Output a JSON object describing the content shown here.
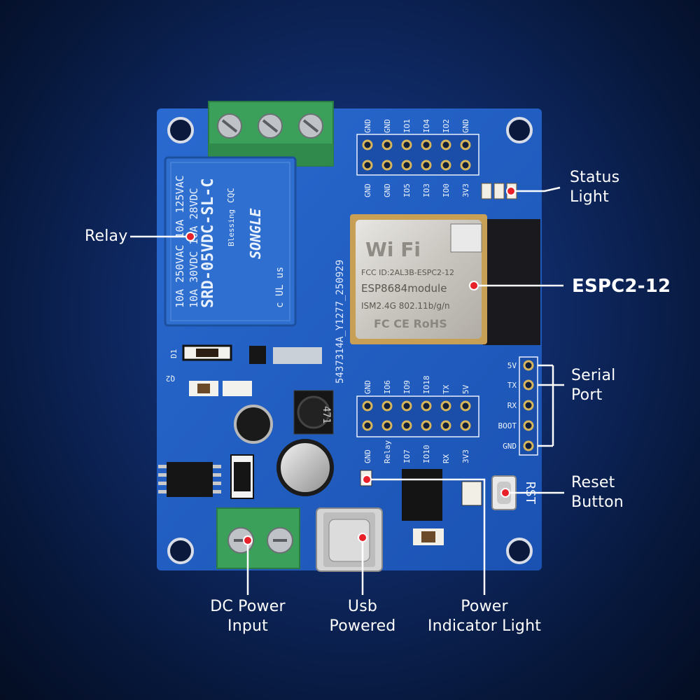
{
  "callouts": {
    "relay": "Relay",
    "status_light": [
      "Status",
      "Light"
    ],
    "espc": "ESPC2-12",
    "serial_port": [
      "Serial",
      "Port"
    ],
    "reset_button": [
      "Reset",
      "Button"
    ],
    "dc_power": [
      "DC Power",
      "Input"
    ],
    "usb_powered": [
      "Usb",
      "Powered"
    ],
    "power_indicator": [
      "Power",
      "Indicator Light"
    ]
  },
  "relay_text": {
    "line1": "10A 250VAC  10A 125VAC",
    "line2": "10A 30VDC  10A 28VDC",
    "line3": "SRD-05VDC-SL-C",
    "brand": "SONGLE",
    "sub": "Blessing",
    "ul": "c UL us",
    "cqc": "CQC"
  },
  "module_text": {
    "wifi": "Wi Fi",
    "fcc": "FCC ID:2AL3B-ESPC2-12",
    "model": "ESP8684module",
    "ism": "ISM2.4G  802.11b/g/n",
    "marks": "FC CE RoHS"
  },
  "board_serial": "5437314A_Y1277_250929",
  "top_header_top": [
    "GND",
    "GND",
    "IO1",
    "IO4",
    "IO2",
    "GND"
  ],
  "top_header_bottom": [
    "GND",
    "GND",
    "IO5",
    "IO3",
    "IO0",
    "3V3"
  ],
  "mid_header_top": [
    "GND",
    "IO6",
    "IO9",
    "IO18",
    "TX",
    "5V"
  ],
  "mid_header_bottom": [
    "GND",
    "Relay",
    "IO7",
    "IO10",
    "RX",
    "3V3"
  ],
  "serial_pins": [
    "5V",
    "TX",
    "RX",
    "BOOT",
    "GND"
  ],
  "silk": {
    "d1": "D1",
    "q2": "Q2",
    "rst": "RST",
    "inductor": "471"
  },
  "colors": {
    "pcb": "#1f5fc4",
    "terminal": "#3aa05a",
    "relay": "#2f6fd0",
    "callout_dot": "#e8202a"
  }
}
